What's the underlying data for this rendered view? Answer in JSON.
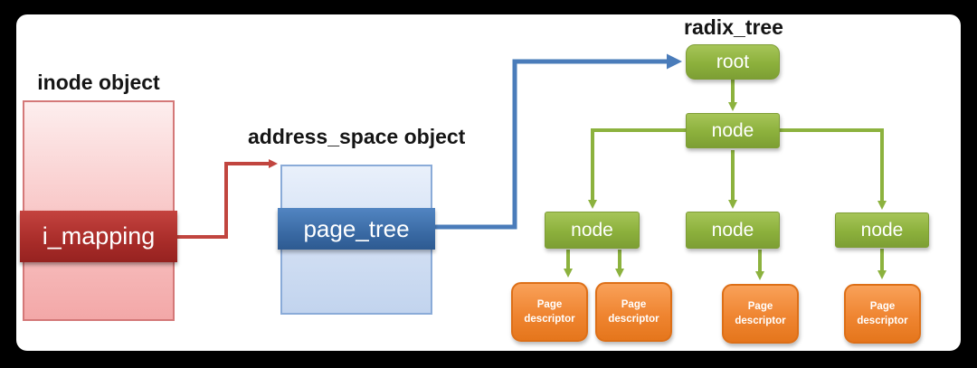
{
  "inode": {
    "title": "inode object",
    "field_label": "i_mapping"
  },
  "address_space": {
    "title": "address_space object",
    "field_label": "page_tree"
  },
  "radix_tree": {
    "title": "radix_tree",
    "root": {
      "label": "root"
    },
    "level1": [
      {
        "label": "node"
      }
    ],
    "level2": [
      {
        "label": "node"
      },
      {
        "label": "node"
      },
      {
        "label": "node"
      }
    ],
    "leaves": [
      {
        "label": "Page descriptor"
      },
      {
        "label": "Page descriptor"
      },
      {
        "label": "Page descriptor"
      },
      {
        "label": "Page descriptor"
      }
    ]
  },
  "colors": {
    "background": "#000000",
    "panel": "#ffffff",
    "inode_box_fill": "#f6bcbc",
    "inode_box_border": "#d47878",
    "i_mapping_fill": "#ae3330",
    "red_arrow": "#c1453f",
    "address_box_fill": "#cdddf2",
    "address_box_border": "#8aabd8",
    "page_tree_fill": "#3f74ad",
    "blue_arrow": "#4a7cba",
    "green_node_fill": "#8fb33f",
    "green_arrow": "#8cb23e",
    "leaf_fill": "#ee8531",
    "title_text": "#151515",
    "box_label_text": "#ffffff"
  }
}
